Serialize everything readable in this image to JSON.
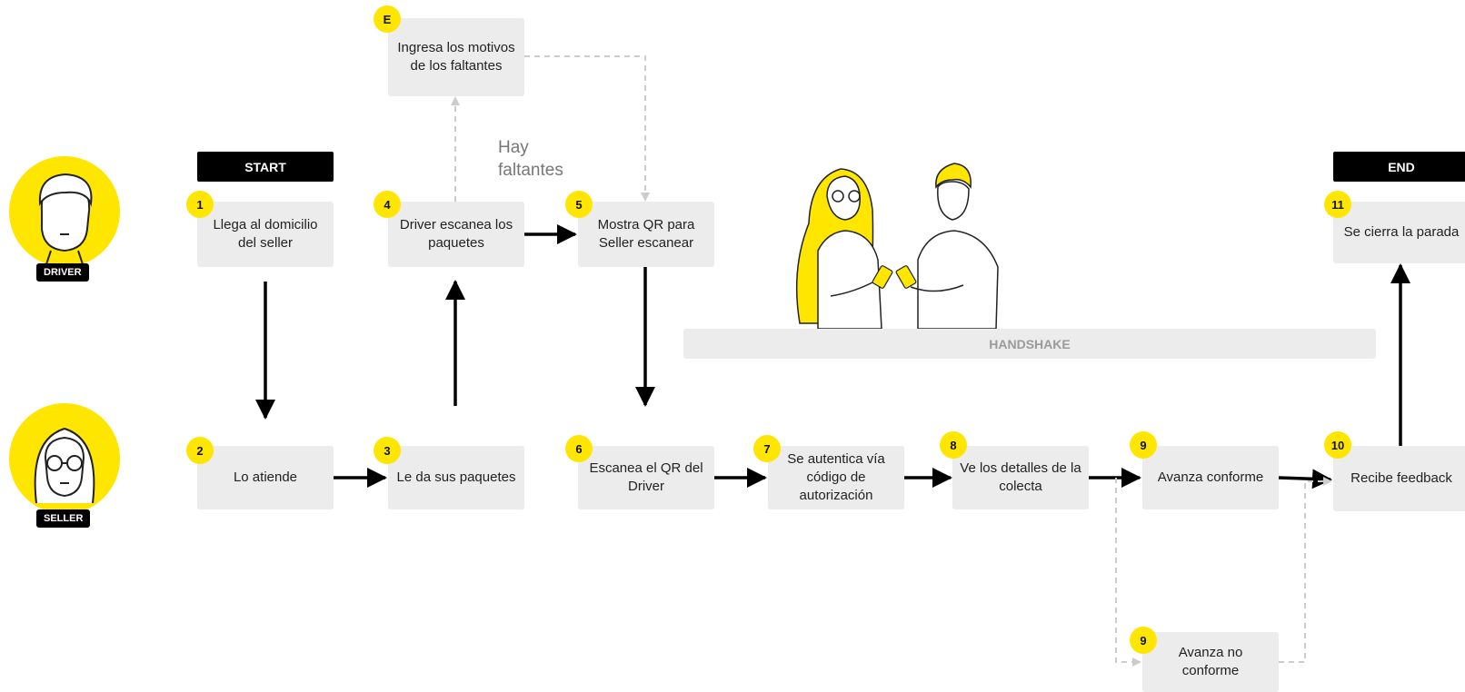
{
  "tags": {
    "start": "START",
    "end": "END"
  },
  "roles": {
    "driver": "DRIVER",
    "seller": "SELLER"
  },
  "note": {
    "line1": "Hay",
    "line2": "faltantes"
  },
  "handshake": "HANDSHAKE",
  "steps": {
    "s1": {
      "num": "1",
      "text": "Llega al domicilio del seller"
    },
    "s2": {
      "num": "2",
      "text": "Lo atiende"
    },
    "s3": {
      "num": "3",
      "text": "Le da sus paquetes"
    },
    "s4": {
      "num": "4",
      "text": "Driver escanea los paquetes"
    },
    "sE": {
      "num": "E",
      "text": "Ingresa los motivos de los faltantes"
    },
    "s5": {
      "num": "5",
      "text": "Mostra QR para Seller escanear"
    },
    "s6": {
      "num": "6",
      "text": "Escanea el QR del Driver"
    },
    "s7": {
      "num": "7",
      "text": "Se autentica vía código de autorización"
    },
    "s8": {
      "num": "8",
      "text": "Ve los detalles de la colecta"
    },
    "s9a": {
      "num": "9",
      "text": "Avanza conforme"
    },
    "s9b": {
      "num": "9",
      "text": "Avanza no conforme"
    },
    "s10": {
      "num": "10",
      "text": "Recibe feedback"
    },
    "s11": {
      "num": "11",
      "text": "Se cierra la parada"
    }
  },
  "colors": {
    "accent": "#ffe600",
    "box": "#ececec",
    "dark": "#000000",
    "dashed": "#cccccc"
  },
  "icons": [
    "driver-avatar-icon",
    "seller-avatar-icon",
    "handshake-illustration"
  ]
}
